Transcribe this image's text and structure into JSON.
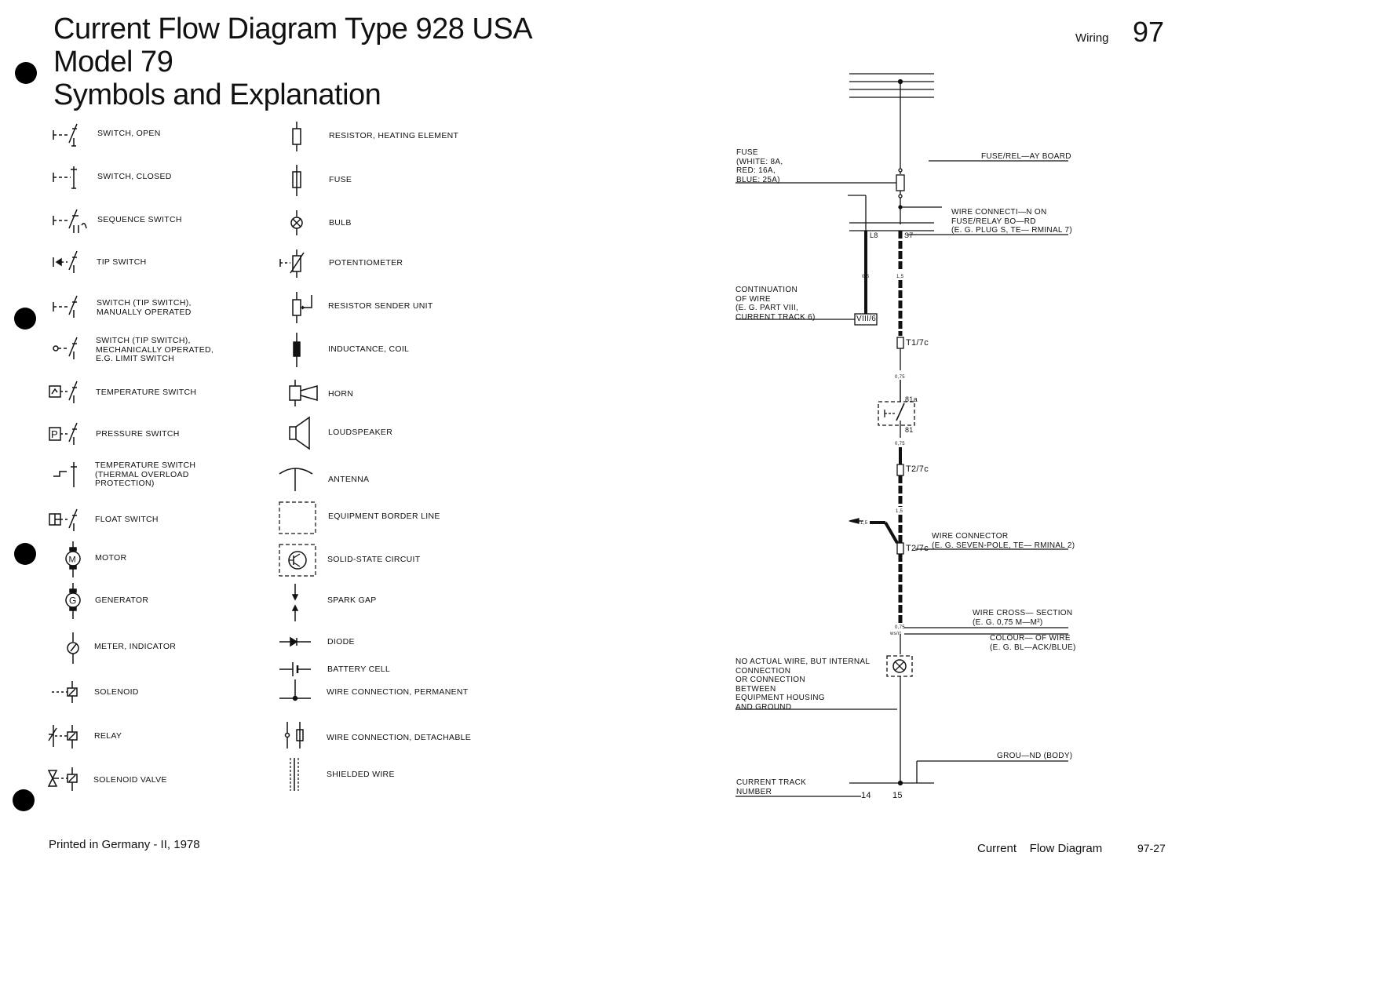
{
  "header": {
    "title_line1": "Current Flow Diagram Type 928 USA",
    "title_line2": "Model 79",
    "title_line3": "Symbols and Explanation",
    "section": "Wiring",
    "page": "97"
  },
  "symbols_left": [
    {
      "icon": "switch-open-icon",
      "label": "SWITCH, OPEN"
    },
    {
      "icon": "switch-closed-icon",
      "label": "SWITCH, CLOSED"
    },
    {
      "icon": "sequence-switch-icon",
      "label": "SEQUENCE SWITCH"
    },
    {
      "icon": "tip-switch-icon",
      "label": "TIP SWITCH"
    },
    {
      "icon": "manual-tip-switch-icon",
      "label": "SWITCH (TIP SWITCH),\nMANUALLY OPERATED"
    },
    {
      "icon": "mechanical-switch-icon",
      "label": "SWITCH (TIP SWITCH),\nMECHANICALLY OPERATED,\nE.G. LIMIT SWITCH"
    },
    {
      "icon": "temperature-switch-icon",
      "label": "TEMPERATURE SWITCH"
    },
    {
      "icon": "pressure-switch-icon",
      "label": "PRESSURE SWITCH"
    },
    {
      "icon": "thermal-overload-switch-icon",
      "label": "TEMPERATURE SWITCH\n(THERMAL OVERLOAD\nPROTECTION)"
    },
    {
      "icon": "float-switch-icon",
      "label": "FLOAT SWITCH"
    },
    {
      "icon": "motor-icon",
      "label": "MOTOR"
    },
    {
      "icon": "generator-icon",
      "label": "GENERATOR"
    },
    {
      "icon": "meter-icon",
      "label": "METER, INDICATOR"
    },
    {
      "icon": "solenoid-icon",
      "label": "SOLENOID"
    },
    {
      "icon": "relay-icon",
      "label": "RELAY"
    },
    {
      "icon": "solenoid-valve-icon",
      "label": "SOLENOID VALVE"
    }
  ],
  "symbols_right": [
    {
      "icon": "resistor-icon",
      "label": "RESISTOR, HEATING ELEMENT"
    },
    {
      "icon": "fuse-icon",
      "label": "FUSE"
    },
    {
      "icon": "bulb-icon",
      "label": "BULB"
    },
    {
      "icon": "potentiometer-icon",
      "label": "POTENTIOMETER"
    },
    {
      "icon": "resistor-sender-icon",
      "label": "RESISTOR SENDER UNIT"
    },
    {
      "icon": "inductance-coil-icon",
      "label": "INDUCTANCE, COIL"
    },
    {
      "icon": "horn-icon",
      "label": "HORN"
    },
    {
      "icon": "loudspeaker-icon",
      "label": "LOUDSPEAKER"
    },
    {
      "icon": "antenna-icon",
      "label": "ANTENNA"
    },
    {
      "icon": "equipment-border-icon",
      "label": "EQUIPMENT BORDER LINE"
    },
    {
      "icon": "solid-state-circuit-icon",
      "label": "SOLID-STATE CIRCUIT"
    },
    {
      "icon": "spark-gap-icon",
      "label": "SPARK GAP"
    },
    {
      "icon": "diode-icon",
      "label": "DIODE"
    },
    {
      "icon": "battery-cell-icon",
      "label": "BATTERY CELL"
    },
    {
      "icon": "wire-connection-permanent-icon",
      "label": "WIRE CONNECTION, PERMANENT"
    },
    {
      "icon": "wire-connection-detachable-icon",
      "label": "WIRE CONNECTION, DETACHABLE"
    },
    {
      "icon": "shielded-wire-icon",
      "label": "SHIELDED WIRE"
    }
  ],
  "diagram": {
    "fuse_label": "FUSE\n(WHITE: 8A,\nRED: 16A,\nBLUE: 25A)",
    "fuse_relay_board": "FUSE/REL—AY BOARD",
    "wire_connection_on_board": "WIRE CONNECTI—N ON\nFUSE/RELAY BO—RD\n(E. G. PLUG S, TE— RMINAL 7)",
    "continuation": "CONTINUATION\nOF WIRE\n(E. G. PART VIII,\nCURRENT TRACK 6)",
    "continuation_ref": "VIII/6",
    "terminal_l8": "L8",
    "terminal_s7": "S7",
    "wire_05": "0,5",
    "wire_15a": "1,5",
    "wire_075a": "0,75",
    "wire_075b": "0,75",
    "wire_15b": "1,5",
    "wire_15c": "1,5",
    "wire_075c": "0,75",
    "wire_color_code": "ws/rt",
    "t7c_1": "T1/7c",
    "t7c_2": "T2/7c",
    "t7c_3": "T2/7c",
    "switch_81a": "81a",
    "switch_81": "81",
    "wire_connector": "WIRE CONNECTOR\n(E. G. SEVEN-POLE, TE— RMINAL 2)",
    "wire_cross_section": "WIRE CROSS— SECTION\n(E. G. 0,75 m—m²)",
    "colour_of_wire": "COLOUR— OF WIRE\n(E. G. BL—ACK/BLUE)",
    "no_actual_wire": "NO ACTUAL WIRE, BUT INTERNAL\nCONNECTION\nOR CONNECTION\nBETWEEN\nEQUIPMENT HOUSING\nAND GROUND",
    "ground_body": "GROU—ND (BODY)",
    "current_track_number": "CURRENT TRACK\nNUMBER",
    "track_14": "14",
    "track_15": "15"
  },
  "footer": {
    "printed": "Printed in Germany - II, 1978",
    "doc_title": "Current    Flow Diagram",
    "doc_page": "97-27"
  }
}
